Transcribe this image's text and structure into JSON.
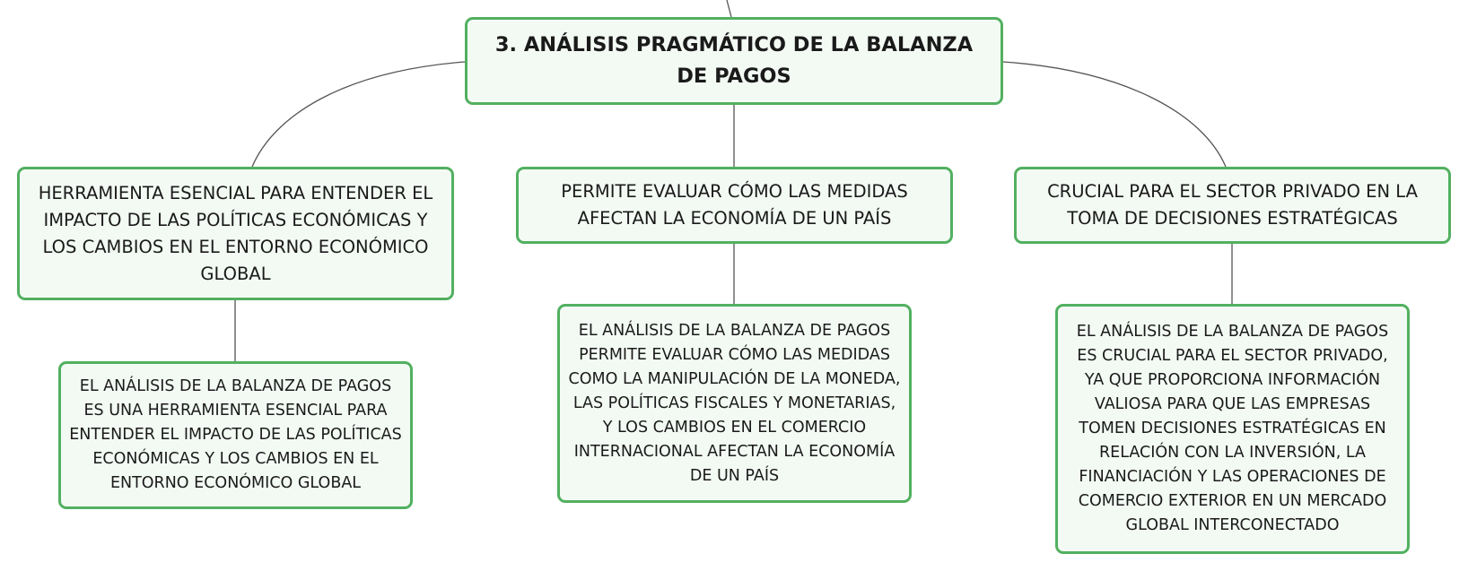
{
  "root": {
    "text": "3. ANÁLISIS PRAGMÁTICO DE LA BALANZA DE PAGOS"
  },
  "branches": [
    {
      "summary": "HERRAMIENTA ESENCIAL PARA ENTENDER EL IMPACTO DE LAS POLÍTICAS ECONÓMICAS Y LOS CAMBIOS EN EL ENTORNO ECONÓMICO GLOBAL",
      "detail": "EL ANÁLISIS DE LA BALANZA DE PAGOS ES UNA HERRAMIENTA ESENCIAL PARA ENTENDER EL IMPACTO DE LAS POLÍTICAS ECONÓMICAS Y LOS CAMBIOS EN EL ENTORNO ECONÓMICO GLOBAL"
    },
    {
      "summary": "PERMITE EVALUAR CÓMO LAS MEDIDAS AFECTAN LA ECONOMÍA DE UN PAÍS",
      "detail": "EL ANÁLISIS DE LA BALANZA DE PAGOS PERMITE EVALUAR CÓMO LAS MEDIDAS COMO LA MANIPULACIÓN DE LA MONEDA, LAS POLÍTICAS FISCALES Y MONETARIAS, Y LOS CAMBIOS EN EL COMERCIO INTERNACIONAL AFECTAN LA ECONOMÍA DE UN PAÍS"
    },
    {
      "summary": "CRUCIAL PARA EL SECTOR PRIVADO EN LA TOMA DE DECISIONES ESTRATÉGICAS",
      "detail": "EL ANÁLISIS DE LA BALANZA DE PAGOS ES CRUCIAL PARA EL SECTOR PRIVADO, YA QUE PROPORCIONA INFORMACIÓN VALIOSA PARA QUE LAS EMPRESAS TOMEN DECISIONES ESTRATÉGICAS EN RELACIÓN CON LA INVERSIÓN, LA FINANCIACIÓN Y LAS OPERACIONES DE COMERCIO EXTERIOR EN UN MERCADO GLOBAL INTERCONECTADO"
    }
  ],
  "colors": {
    "node_border": "#52b060",
    "node_fill": "#f3faf4",
    "connector": "#555555",
    "text": "#1a1a1a"
  }
}
